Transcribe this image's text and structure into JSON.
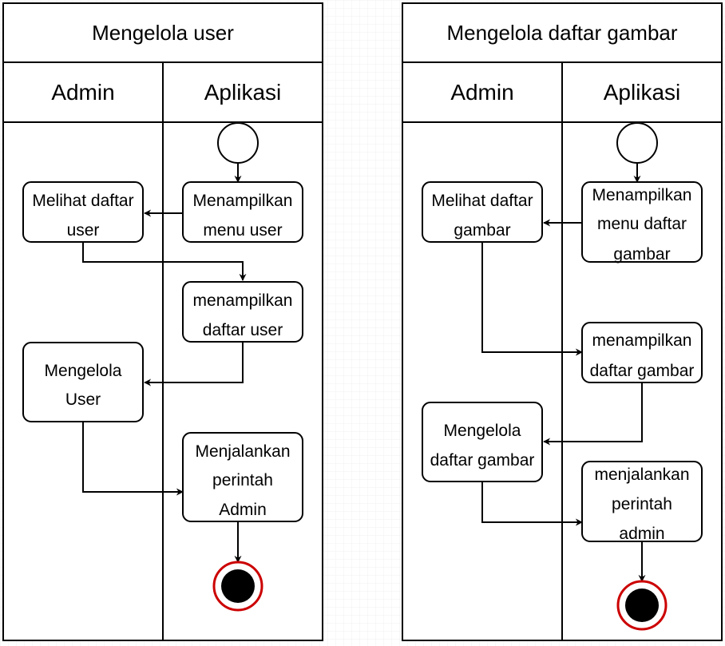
{
  "diagrams": [
    {
      "title": "Mengelola user",
      "lanes": [
        "Admin",
        "Aplikasi"
      ],
      "nodes": [
        {
          "id": "melihat",
          "lines": [
            "Melihat daftar",
            "user"
          ]
        },
        {
          "id": "menampilkan_menu",
          "lines": [
            "Menampilkan",
            "menu user"
          ]
        },
        {
          "id": "menampilkan_daftar",
          "lines": [
            "menampilkan",
            "daftar user"
          ]
        },
        {
          "id": "mengelola",
          "lines": [
            "Mengelola",
            "User"
          ]
        },
        {
          "id": "menjalankan",
          "lines": [
            "Menjalankan",
            "perintah",
            "Admin"
          ]
        }
      ]
    },
    {
      "title": "Mengelola daftar gambar",
      "lanes": [
        "Admin",
        "Aplikasi"
      ],
      "nodes": [
        {
          "id": "melihat",
          "lines": [
            "Melihat daftar",
            "gambar"
          ]
        },
        {
          "id": "menampilkan_menu",
          "lines": [
            "Menampilkan",
            "menu daftar",
            "gambar"
          ]
        },
        {
          "id": "menampilkan_daftar",
          "lines": [
            "menampilkan",
            "daftar gambar"
          ]
        },
        {
          "id": "mengelola",
          "lines": [
            "Mengelola",
            "daftar gambar"
          ]
        },
        {
          "id": "menjalankan",
          "lines": [
            "menjalankan",
            "perintah",
            "admin"
          ]
        }
      ]
    }
  ],
  "colors": {
    "stroke": "#000000",
    "grid": "#e6e6e6",
    "end_ring": "#cc0000",
    "end_fill": "#000000",
    "background": "#ffffff"
  }
}
